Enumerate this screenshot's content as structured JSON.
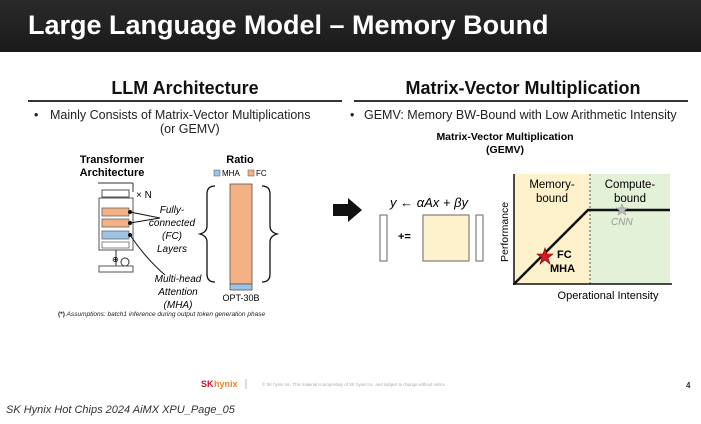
{
  "title": "Large Language Model – Memory Bound",
  "left": {
    "heading": "LLM Architecture",
    "bullet_line1": "Mainly Consists of Matrix-Vector Multiplications",
    "bullet_line2": "(or GEMV)",
    "transformer_label_1": "Transformer",
    "transformer_label_2": "Architecture",
    "repeat_label": "× N",
    "fc_label": [
      "Fully-",
      "connected",
      "(FC)",
      "Layers"
    ],
    "mha_label": [
      "Multi-head",
      "Attention",
      "(MHA)"
    ],
    "ratio_title": "Ratio",
    "legend_mha": "MHA",
    "legend_fc": "FC",
    "model_label": "OPT-30B",
    "footnote_mark": "(*)",
    "footnote": "Assumptions: batch1 inference during output token generation  phase",
    "colors": {
      "fc": "#f4b183",
      "mha": "#9dc3e6"
    }
  },
  "right": {
    "heading": "Matrix-Vector Multiplication",
    "bullet": "GEMV: Memory BW-Bound with Low Arithmetic Intensity",
    "subtitle_1": "Matrix-Vector Multiplication",
    "subtitle_2": "(GEMV)",
    "equation": "y ←  αAx + βy",
    "plus_eq": "+=",
    "memory_bound": [
      "Memory-",
      "bound"
    ],
    "compute_bound": [
      "Compute-",
      "bound"
    ],
    "cnn_label": "CNN",
    "fc_point": "FC",
    "mha_point": "MHA",
    "y_axis": "Performance",
    "x_axis": "Operational Intensity",
    "colors": {
      "memory_region": "#fdf2cc",
      "compute_region": "#e3f1d8"
    }
  },
  "footer": {
    "logo_sk": "SK",
    "logo_hynix": "hynix",
    "notice": "© SK hynix Inc. This material is proprietary of SK hynix Inc. and subject to change without notice.",
    "page_number": "4"
  },
  "caption": "SK Hynix Hot Chips 2024 AiMX XPU_Page_05"
}
